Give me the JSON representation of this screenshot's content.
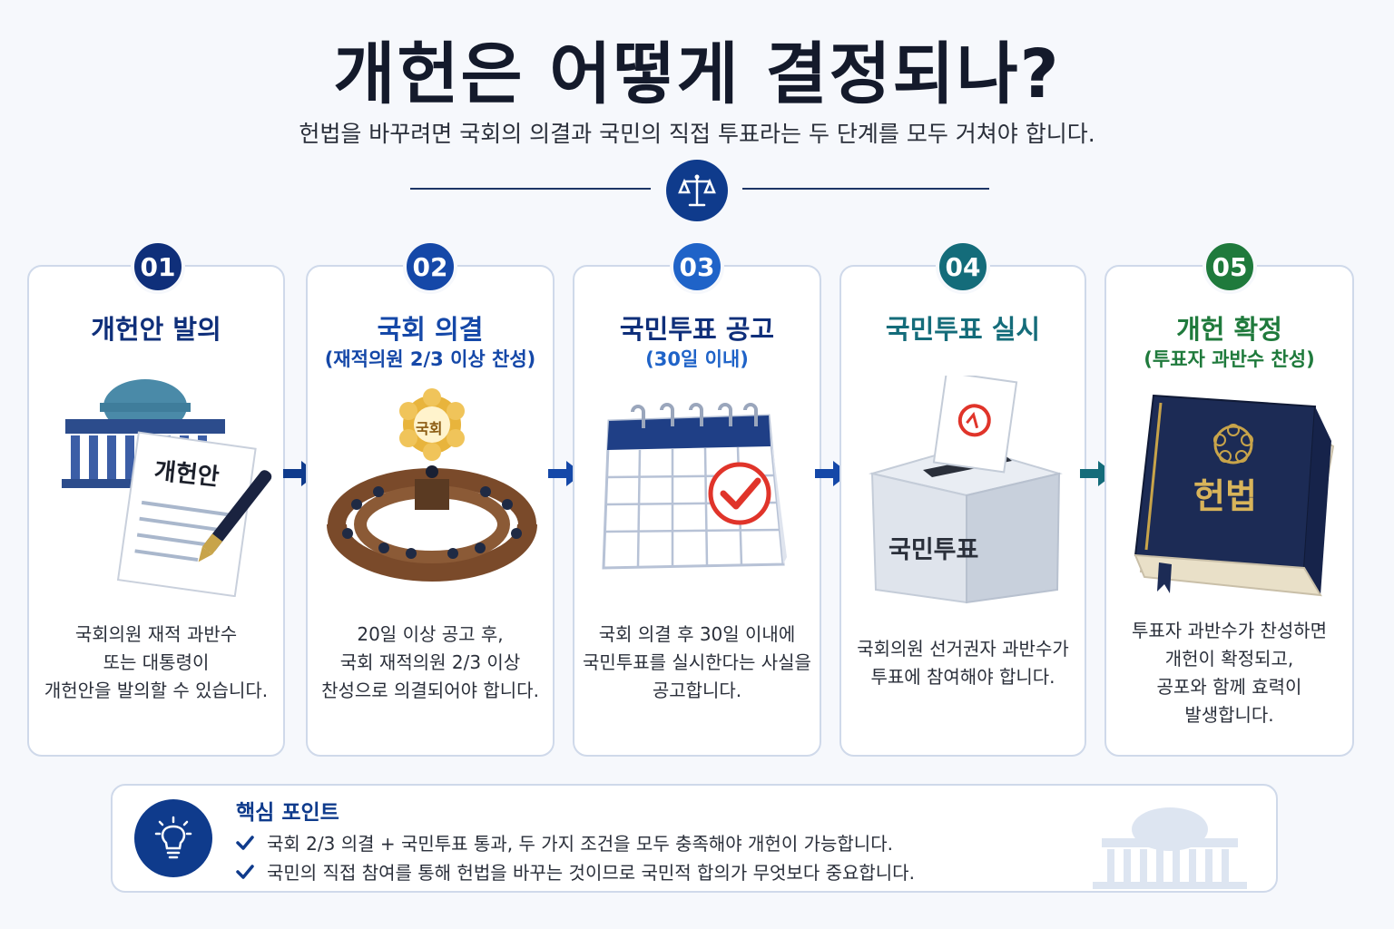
{
  "header": {
    "title": "개헌은 어떻게 결정되나?",
    "subtitle": "헌법을 바꾸려면 국회의 의결과 국민의 직접 투표라는 두 단계를 모두 거쳐야 합니다."
  },
  "steps": [
    {
      "number": "01",
      "title": "개헌안 발의",
      "subtitle": "",
      "doc_label": "개헌안",
      "description": [
        "국회의원 재적 과반수",
        "또는 대통령이",
        "개헌안을 발의할 수 있습니다."
      ],
      "color": "#0f2f7a",
      "icon": "document-pen-icon"
    },
    {
      "number": "02",
      "title": "국회 의결",
      "subtitle": "(재적의원 2/3 이상 찬성)",
      "seal_label": "국회",
      "description": [
        "20일 이상 공고 후,",
        "국회 재적의원 2/3 이상",
        "찬성으로 의결되어야 합니다."
      ],
      "color": "#1548a8",
      "icon": "assembly-chamber-icon"
    },
    {
      "number": "03",
      "title": "국민투표 공고",
      "subtitle": "(30일 이내)",
      "description": [
        "국회 의결 후 30일 이내에",
        "국민투표를 실시한다는 사실을",
        "공고합니다."
      ],
      "color": "#1f63c8",
      "icon": "calendar-check-icon"
    },
    {
      "number": "04",
      "title": "국민투표 실시",
      "subtitle": "",
      "box_label": "국민투표",
      "description": [
        "국회의원 선거권자 과반수가",
        "투표에 참여해야 합니다."
      ],
      "color": "#146c7a",
      "icon": "ballot-box-icon"
    },
    {
      "number": "05",
      "title": "개헌 확정",
      "subtitle": "(투표자 과반수 찬성)",
      "book_label": "헌법",
      "description": [
        "투표자 과반수가 찬성하면",
        "개헌이 확정되고,",
        "공포와 함께 효력이",
        "발생합니다."
      ],
      "color": "#1f7a3c",
      "icon": "constitution-book-icon"
    }
  ],
  "key_points": {
    "title": "핵심 포인트",
    "items": [
      "국회 2/3 의결 + 국민투표 통과, 두 가지 조건을 모두 충족해야 개헌이 가능합니다.",
      "국민의 직접 참여를 통해 헌법을 바꾸는 것이므로 국민적 합의가 무엇보다 중요합니다."
    ]
  },
  "colors": {
    "primary": "#0f3b8c",
    "step1": "#0f2f7a",
    "step2": "#1548a8",
    "step3": "#1f63c8",
    "step4": "#146c7a",
    "step5": "#1f7a3c",
    "check_red": "#e0342a"
  }
}
